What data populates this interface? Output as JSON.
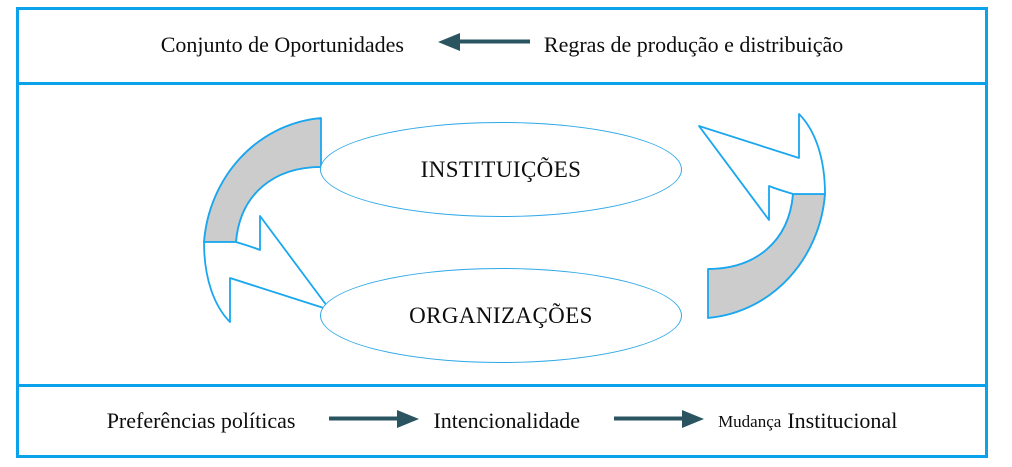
{
  "diagram": {
    "title_top_row": {
      "left_label": "Conjunto de Oportunidades",
      "arrow": "left-arrow",
      "right_label": "Regras de produção e distribuição"
    },
    "center": {
      "node_top": "INSTITUIÇÕES",
      "node_bottom": "ORGANIZAÇÕES",
      "arrow_left": "curved-arrow-down-left",
      "arrow_right": "curved-arrow-up-right"
    },
    "bottom_row": {
      "item1": "Preferências políticas",
      "arrow1": "right-arrow",
      "item2": "Intencionalidade",
      "arrow2": "right-arrow",
      "item3_small": "Mudança",
      "item3_large": "Institucional"
    }
  },
  "colors": {
    "frame_blue": "#0aa2ea",
    "ellipse_blue": "#2fa8e8",
    "arrow_teal": "#2a5560",
    "shade_gray": "#cccccc",
    "text": "#0d0d0d"
  }
}
